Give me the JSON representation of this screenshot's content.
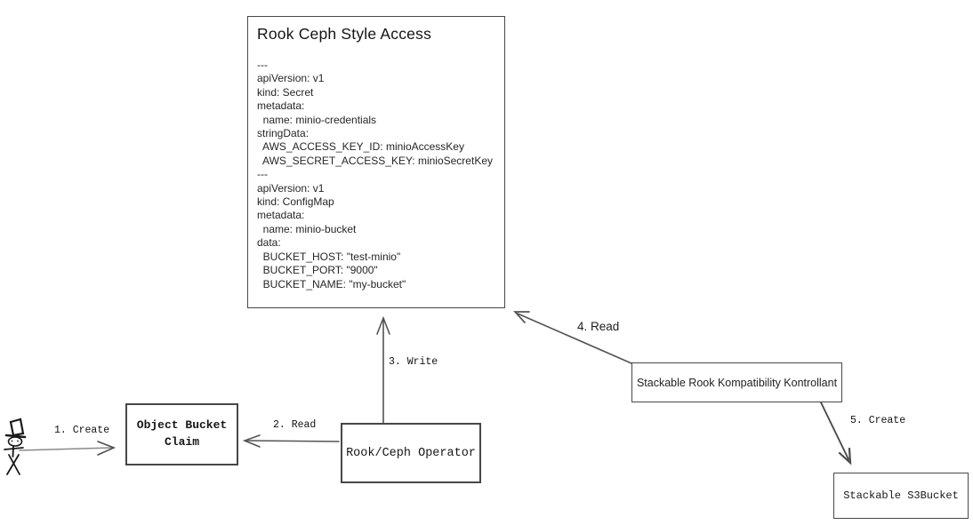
{
  "page": {
    "background": "#ffffff"
  },
  "palette": {
    "box_border": "#474747",
    "arrow_stroke": "#545454",
    "text": "#161616"
  },
  "actor": {
    "name": "User",
    "icon": "stick-figure-top-hat-icon"
  },
  "nodes": {
    "rook_ceph_style_access": {
      "title": "Rook Ceph Style Access",
      "yaml_lines": [
        "---",
        "apiVersion: v1",
        "kind: Secret",
        "metadata:",
        "  name: minio-credentials",
        "stringData:",
        "  AWS_ACCESS_KEY_ID: minioAccessKey",
        "  AWS_SECRET_ACCESS_KEY: minioSecretKey",
        "---",
        "apiVersion: v1",
        "kind: ConfigMap",
        "metadata:",
        "  name: minio-bucket",
        "data:",
        "  BUCKET_HOST: \"test-minio\"",
        "  BUCKET_PORT: \"9000\"",
        "  BUCKET_NAME: \"my-bucket\""
      ]
    },
    "object_bucket_claim": {
      "lines": [
        "Object Bucket",
        "Claim"
      ]
    },
    "rook_ceph_operator": {
      "label": "Rook/Ceph Operator"
    },
    "stackable_rook_kompatibility_kontrollant": {
      "label": "Stackable Rook Kompatibility Kontrollant"
    },
    "stackable_s3bucket": {
      "label": "Stackable S3Bucket"
    }
  },
  "edges": [
    {
      "step": "1",
      "label": "1. Create",
      "from": "user",
      "to": "object-bucket-claim"
    },
    {
      "step": "2",
      "label": "2. Read",
      "from": "rook-ceph-operator",
      "to": "object-bucket-claim"
    },
    {
      "step": "3",
      "label": "3. Write",
      "from": "rook-ceph-operator",
      "to": "rook-ceph-style-access"
    },
    {
      "step": "4",
      "label": "4. Read",
      "from": "stackable-rook-kompatibility-kontrollant",
      "to": "rook-ceph-style-access"
    },
    {
      "step": "5",
      "label": "5. Create",
      "from": "stackable-rook-kompatibility-kontrollant",
      "to": "stackable-s3bucket"
    }
  ]
}
